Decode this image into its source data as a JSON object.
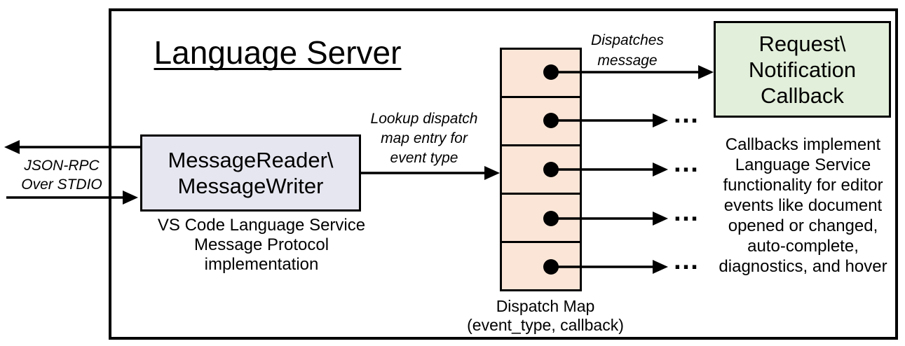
{
  "colors": {
    "line": "#000000",
    "message_box_fill": "#e6e6f0",
    "dispatch_map_fill": "#fbe5d6",
    "callback_box_fill": "#e2efda",
    "background": "#ffffff"
  },
  "diagram": {
    "title": "Language Server",
    "io_label": "JSON-RPC\nOver STDIO",
    "message_box": {
      "label": "MessageReader\\\nMessageWriter",
      "caption": "VS Code Language Service\nMessage Protocol implementation"
    },
    "lookup_label": "Lookup dispatch\nmap entry for\nevent type",
    "dispatches_label": "Dispatches\nmessage",
    "dispatch_map": {
      "caption": "Dispatch Map\n(event_type, callback)",
      "rows": 5,
      "ellipsis": "…"
    },
    "callback_box": {
      "label": "Request\\\nNotification\nCallback"
    },
    "callbacks_note": "Callbacks implement\nLanguage Service\nfunctionality for editor\nevents like document\nopened or changed,\nauto-complete,\ndiagnostics, and hover"
  }
}
